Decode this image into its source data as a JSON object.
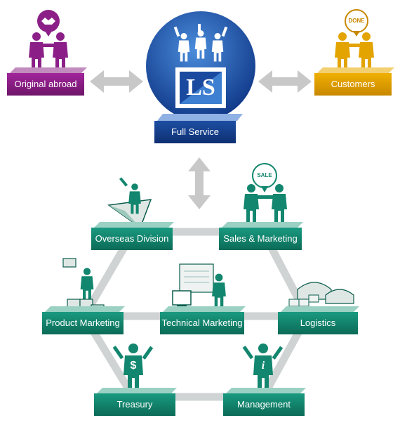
{
  "colors": {
    "purple": "#8b1f87",
    "gold": "#e3a300",
    "blue_dark": "#123a8a",
    "blue_light": "#3d7fd0",
    "teal": "#12866e",
    "teal_dark": "#0b5e4d",
    "connector": "#cfd3d3",
    "arrow": "#c8c8c8"
  },
  "top": {
    "left_box": {
      "label": "Original abroad",
      "icon": "handshake-icon"
    },
    "center": {
      "label": "Full Service",
      "logo_text": "LS",
      "icon": "team-cheer-icon"
    },
    "right_box": {
      "label": "Customers",
      "bubble": "DONE",
      "icon": "handshake-icon"
    }
  },
  "network": {
    "overseas": {
      "label": "Overseas Division",
      "icon": "paper-plane-person-icon"
    },
    "sales": {
      "label": "Sales & Marketing",
      "bubble": "SALE",
      "icon": "handshake-icon"
    },
    "product": {
      "label": "Product Marketing",
      "icon": "boxes-person-icon"
    },
    "technical": {
      "label": "Technical Marketing",
      "icon": "computer-person-icon"
    },
    "logistics": {
      "label": "Logistics",
      "icon": "warehouse-icon"
    },
    "treasury": {
      "label": "Treasury",
      "icon": "dollar-person-icon"
    },
    "management": {
      "label": "Management",
      "icon": "info-person-icon"
    }
  }
}
